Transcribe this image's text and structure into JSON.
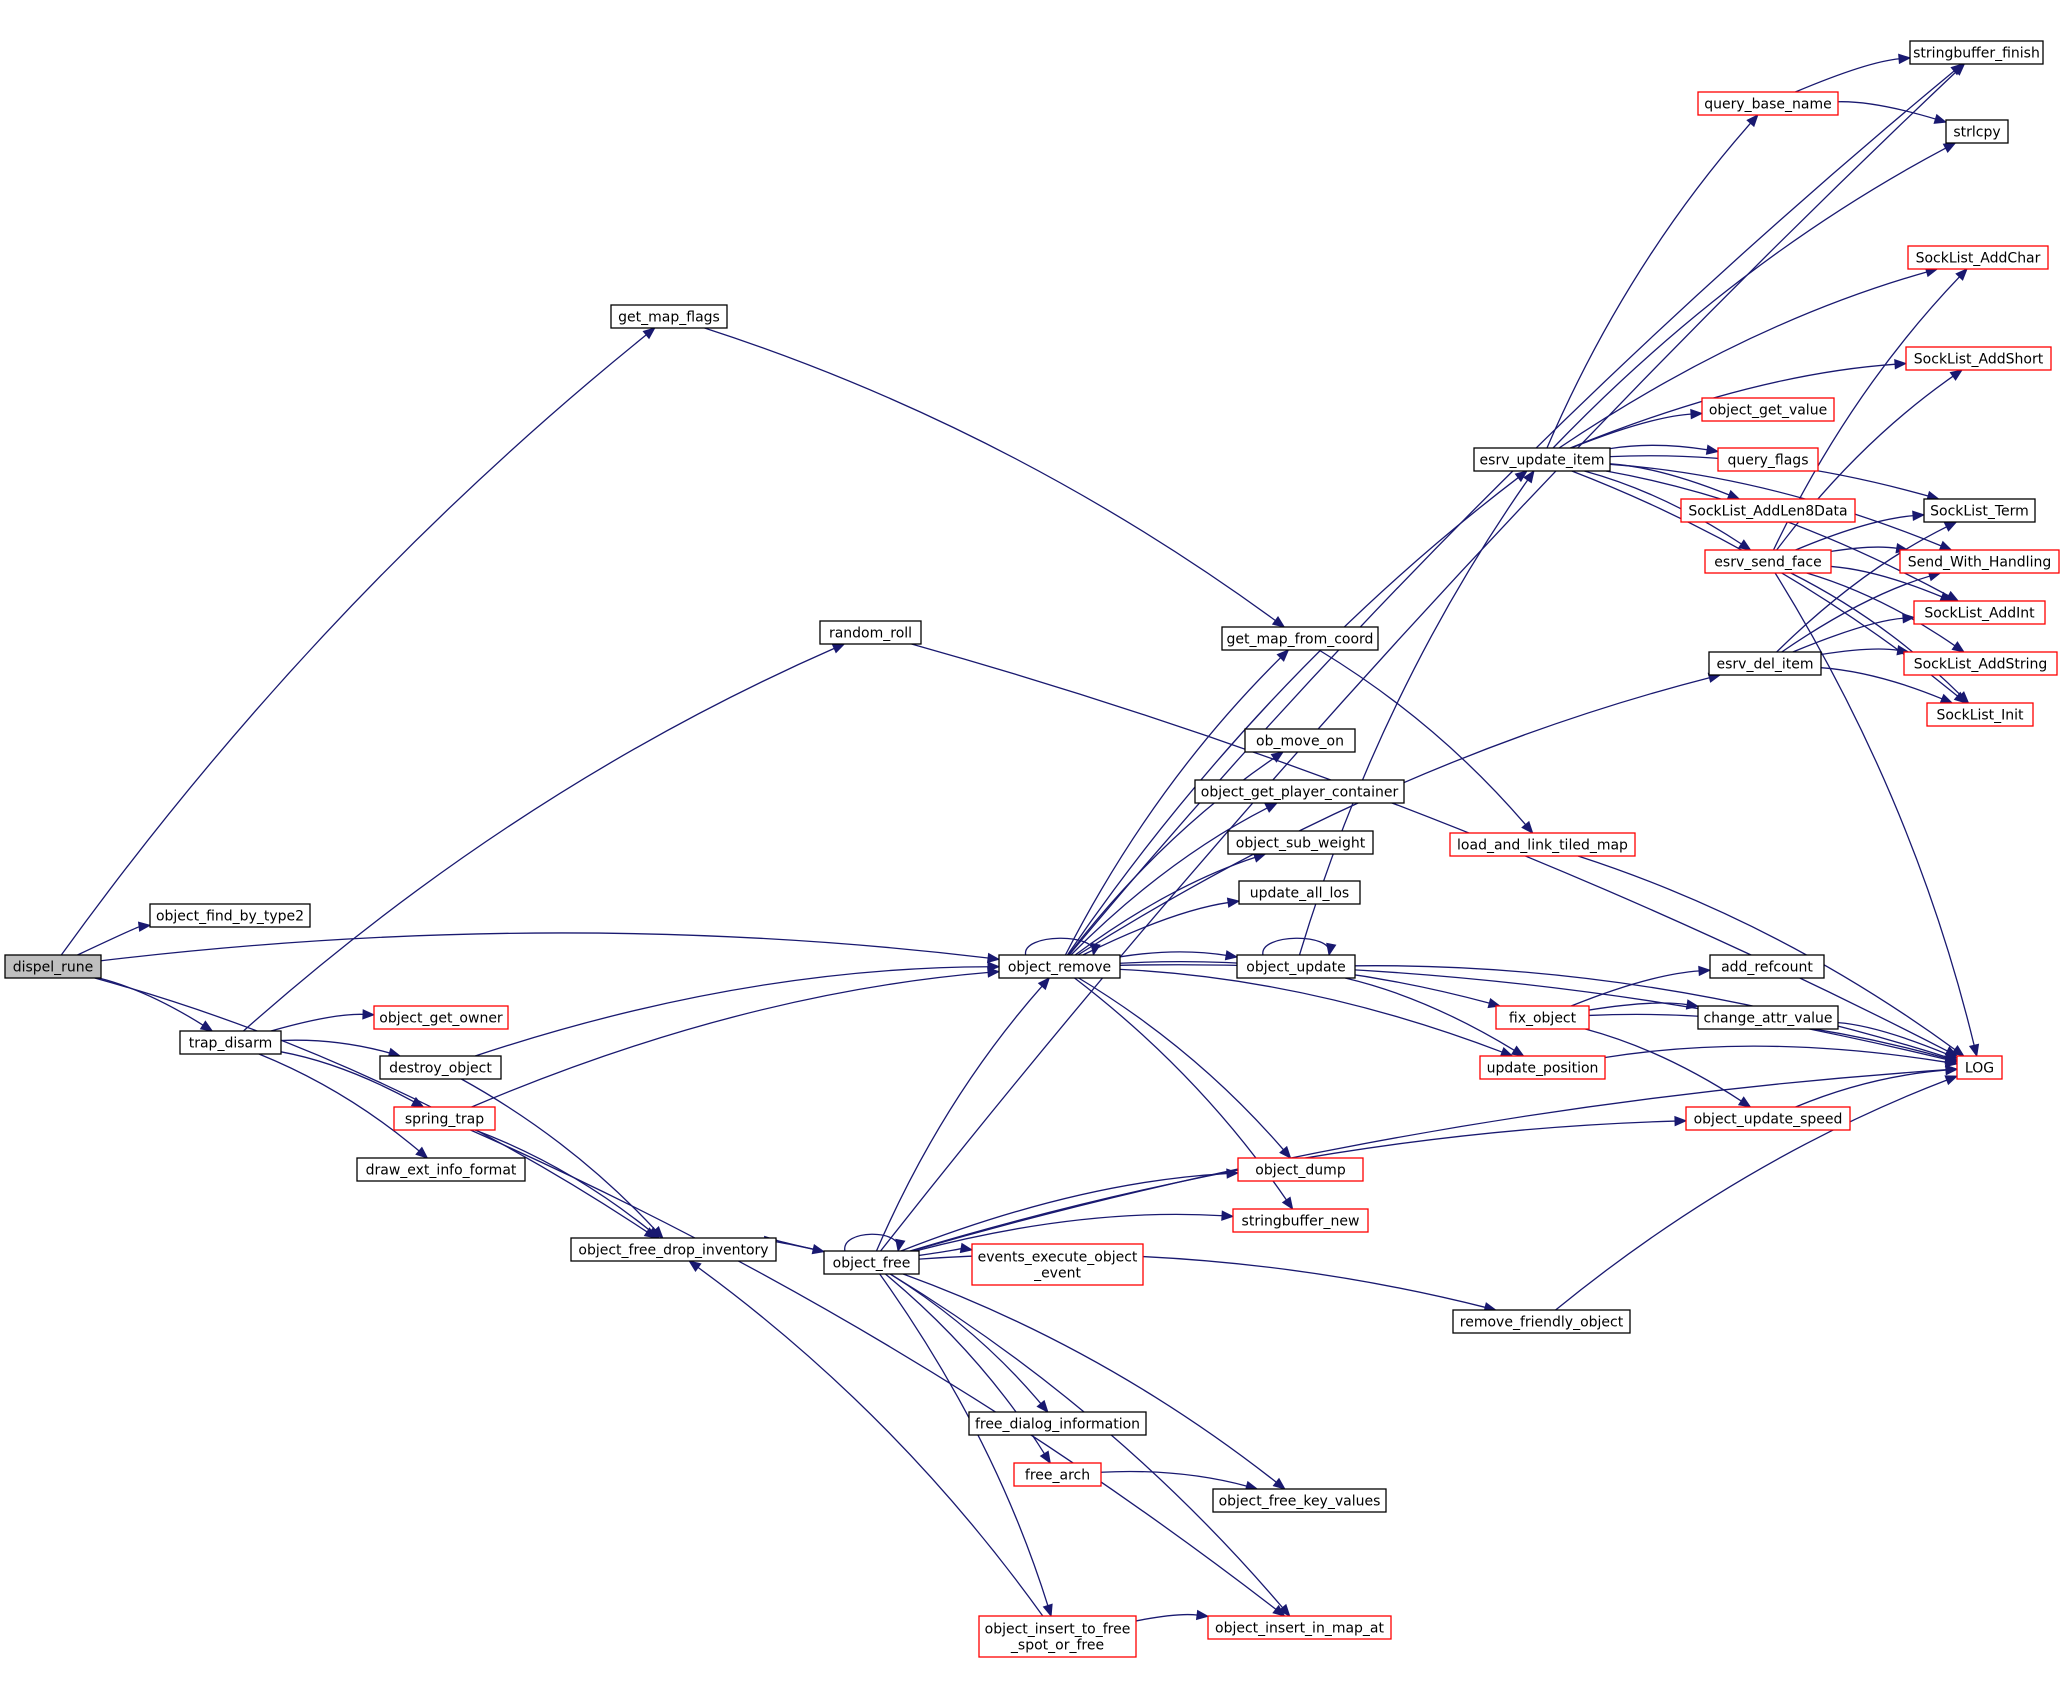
{
  "colors": {
    "edge": "#191970",
    "border_default": "#000000",
    "border_red": "#ff0000",
    "root_fill": "#bfbfbf",
    "fill": "#ffffff"
  },
  "nodes": {
    "dispel_rune": {
      "label": "dispel_rune",
      "style": "root"
    },
    "object_find_by_type2": {
      "label": "object_find_by_type2",
      "style": "black"
    },
    "get_map_flags": {
      "label": "get_map_flags",
      "style": "black"
    },
    "trap_disarm": {
      "label": "trap_disarm",
      "style": "black"
    },
    "random_roll": {
      "label": "random_roll",
      "style": "black"
    },
    "object_get_owner": {
      "label": "object_get_owner",
      "style": "red"
    },
    "destroy_object": {
      "label": "destroy_object",
      "style": "black"
    },
    "spring_trap": {
      "label": "spring_trap",
      "style": "red"
    },
    "draw_ext_info_format": {
      "label": "draw_ext_info_format",
      "style": "black"
    },
    "object_free_drop_inventory": {
      "label": "object_free_drop_inventory",
      "style": "black"
    },
    "object_free": {
      "label": "object_free",
      "style": "black"
    },
    "object_remove": {
      "label": "object_remove",
      "style": "black"
    },
    "events_execute_object_event": {
      "label": [
        "events_execute_object",
        "_event"
      ],
      "style": "red"
    },
    "free_dialog_information": {
      "label": "free_dialog_information",
      "style": "black"
    },
    "free_arch": {
      "label": "free_arch",
      "style": "red"
    },
    "object_insert_to_free_spot_or_free": {
      "label": [
        "object_insert_to_free",
        "_spot_or_free"
      ],
      "style": "red"
    },
    "get_map_from_coord": {
      "label": "get_map_from_coord",
      "style": "black"
    },
    "ob_move_on": {
      "label": "ob_move_on",
      "style": "black"
    },
    "object_get_player_container": {
      "label": "object_get_player_container",
      "style": "black"
    },
    "object_sub_weight": {
      "label": "object_sub_weight",
      "style": "black"
    },
    "update_all_los": {
      "label": "update_all_los",
      "style": "black"
    },
    "object_update": {
      "label": "object_update",
      "style": "black"
    },
    "object_dump": {
      "label": "object_dump",
      "style": "red"
    },
    "stringbuffer_new": {
      "label": "stringbuffer_new",
      "style": "red"
    },
    "object_free_key_values": {
      "label": "object_free_key_values",
      "style": "black"
    },
    "object_insert_in_map_at": {
      "label": "object_insert_in_map_at",
      "style": "red"
    },
    "remove_friendly_object": {
      "label": "remove_friendly_object",
      "style": "black"
    },
    "load_and_link_tiled_map": {
      "label": "load_and_link_tiled_map",
      "style": "red"
    },
    "esrv_update_item": {
      "label": "esrv_update_item",
      "style": "black"
    },
    "esrv_del_item": {
      "label": "esrv_del_item",
      "style": "black"
    },
    "fix_object": {
      "label": "fix_object",
      "style": "red"
    },
    "update_position": {
      "label": "update_position",
      "style": "red"
    },
    "query_base_name": {
      "label": "query_base_name",
      "style": "red"
    },
    "object_get_value": {
      "label": "object_get_value",
      "style": "red"
    },
    "query_flags": {
      "label": "query_flags",
      "style": "red"
    },
    "SockList_AddLen8Data": {
      "label": "SockList_AddLen8Data",
      "style": "red"
    },
    "esrv_send_face": {
      "label": "esrv_send_face",
      "style": "red"
    },
    "add_refcount": {
      "label": "add_refcount",
      "style": "black"
    },
    "change_attr_value": {
      "label": "change_attr_value",
      "style": "black"
    },
    "object_update_speed": {
      "label": "object_update_speed",
      "style": "red"
    },
    "stringbuffer_finish": {
      "label": "stringbuffer_finish",
      "style": "black"
    },
    "strlcpy": {
      "label": "strlcpy",
      "style": "black"
    },
    "SockList_AddChar": {
      "label": "SockList_AddChar",
      "style": "red"
    },
    "SockList_AddShort": {
      "label": "SockList_AddShort",
      "style": "red"
    },
    "SockList_Term": {
      "label": "SockList_Term",
      "style": "black"
    },
    "Send_With_Handling": {
      "label": "Send_With_Handling",
      "style": "red"
    },
    "SockList_AddInt": {
      "label": "SockList_AddInt",
      "style": "red"
    },
    "SockList_AddString": {
      "label": "SockList_AddString",
      "style": "red"
    },
    "SockList_Init": {
      "label": "SockList_Init",
      "style": "red"
    },
    "LOG": {
      "label": "LOG",
      "style": "red"
    }
  },
  "edges": [
    [
      "dispel_rune",
      "get_map_flags"
    ],
    [
      "dispel_rune",
      "object_find_by_type2"
    ],
    [
      "dispel_rune",
      "object_remove"
    ],
    [
      "dispel_rune",
      "trap_disarm"
    ],
    [
      "dispel_rune",
      "object_free_drop_inventory"
    ],
    [
      "trap_disarm",
      "random_roll"
    ],
    [
      "trap_disarm",
      "object_get_owner"
    ],
    [
      "trap_disarm",
      "destroy_object"
    ],
    [
      "trap_disarm",
      "spring_trap"
    ],
    [
      "trap_disarm",
      "draw_ext_info_format"
    ],
    [
      "destroy_object",
      "object_remove"
    ],
    [
      "destroy_object",
      "object_free_drop_inventory"
    ],
    [
      "spring_trap",
      "object_remove"
    ],
    [
      "spring_trap",
      "object_free_drop_inventory"
    ],
    [
      "spring_trap",
      "object_insert_in_map_at"
    ],
    [
      "get_map_flags",
      "get_map_from_coord"
    ],
    [
      "random_roll",
      "LOG"
    ],
    [
      "object_free_drop_inventory",
      "object_free"
    ],
    [
      "object_free",
      "object_free_drop_inventory"
    ],
    [
      "object_free",
      "object_free"
    ],
    [
      "object_free",
      "object_remove"
    ],
    [
      "object_free",
      "stringbuffer_finish"
    ],
    [
      "object_free",
      "object_dump"
    ],
    [
      "object_free",
      "stringbuffer_new"
    ],
    [
      "object_free",
      "object_update_speed"
    ],
    [
      "object_free",
      "LOG"
    ],
    [
      "object_free",
      "events_execute_object_event"
    ],
    [
      "object_free",
      "remove_friendly_object"
    ],
    [
      "object_free",
      "free_dialog_information"
    ],
    [
      "object_free",
      "free_arch"
    ],
    [
      "object_free",
      "object_free_key_values"
    ],
    [
      "object_free",
      "object_insert_to_free_spot_or_free"
    ],
    [
      "object_free",
      "object_insert_in_map_at"
    ],
    [
      "object_remove",
      "object_remove"
    ],
    [
      "object_remove",
      "stringbuffer_finish"
    ],
    [
      "object_remove",
      "esrv_update_item"
    ],
    [
      "object_remove",
      "get_map_from_coord"
    ],
    [
      "object_remove",
      "esrv_del_item"
    ],
    [
      "object_remove",
      "ob_move_on"
    ],
    [
      "object_remove",
      "object_get_player_container"
    ],
    [
      "object_remove",
      "object_sub_weight"
    ],
    [
      "object_remove",
      "update_all_los"
    ],
    [
      "object_remove",
      "object_update"
    ],
    [
      "object_remove",
      "fix_object"
    ],
    [
      "object_remove",
      "update_position"
    ],
    [
      "object_remove",
      "LOG"
    ],
    [
      "object_remove",
      "object_dump"
    ],
    [
      "object_remove",
      "stringbuffer_new"
    ],
    [
      "object_update",
      "object_update"
    ],
    [
      "object_update",
      "esrv_update_item"
    ],
    [
      "object_update",
      "LOG"
    ],
    [
      "object_update",
      "update_position"
    ],
    [
      "free_arch",
      "object_free_key_values"
    ],
    [
      "object_insert_to_free_spot_or_free",
      "object_insert_in_map_at"
    ],
    [
      "object_insert_to_free_spot_or_free",
      "object_free_drop_inventory"
    ],
    [
      "get_map_from_coord",
      "load_and_link_tiled_map"
    ],
    [
      "load_and_link_tiled_map",
      "LOG"
    ],
    [
      "remove_friendly_object",
      "LOG"
    ],
    [
      "esrv_update_item",
      "query_base_name"
    ],
    [
      "esrv_update_item",
      "strlcpy"
    ],
    [
      "esrv_update_item",
      "SockList_AddChar"
    ],
    [
      "esrv_update_item",
      "SockList_AddShort"
    ],
    [
      "esrv_update_item",
      "object_get_value"
    ],
    [
      "esrv_update_item",
      "query_flags"
    ],
    [
      "esrv_update_item",
      "SockList_AddLen8Data"
    ],
    [
      "esrv_update_item",
      "esrv_send_face"
    ],
    [
      "esrv_update_item",
      "SockList_Term"
    ],
    [
      "esrv_update_item",
      "Send_With_Handling"
    ],
    [
      "esrv_update_item",
      "SockList_AddInt"
    ],
    [
      "esrv_update_item",
      "SockList_Init"
    ],
    [
      "query_base_name",
      "stringbuffer_finish"
    ],
    [
      "query_base_name",
      "strlcpy"
    ],
    [
      "esrv_send_face",
      "SockList_AddChar"
    ],
    [
      "esrv_send_face",
      "SockList_AddShort"
    ],
    [
      "esrv_send_face",
      "SockList_Term"
    ],
    [
      "esrv_send_face",
      "Send_With_Handling"
    ],
    [
      "esrv_send_face",
      "SockList_AddInt"
    ],
    [
      "esrv_send_face",
      "SockList_AddString"
    ],
    [
      "esrv_send_face",
      "SockList_Init"
    ],
    [
      "esrv_send_face",
      "LOG"
    ],
    [
      "esrv_del_item",
      "SockList_Term"
    ],
    [
      "esrv_del_item",
      "Send_With_Handling"
    ],
    [
      "esrv_del_item",
      "SockList_AddInt"
    ],
    [
      "esrv_del_item",
      "SockList_AddString"
    ],
    [
      "esrv_del_item",
      "SockList_Init"
    ],
    [
      "fix_object",
      "add_refcount"
    ],
    [
      "fix_object",
      "change_attr_value"
    ],
    [
      "fix_object",
      "LOG"
    ],
    [
      "fix_object",
      "object_update_speed"
    ],
    [
      "change_attr_value",
      "LOG"
    ],
    [
      "object_update_speed",
      "LOG"
    ],
    [
      "update_position",
      "LOG"
    ]
  ]
}
